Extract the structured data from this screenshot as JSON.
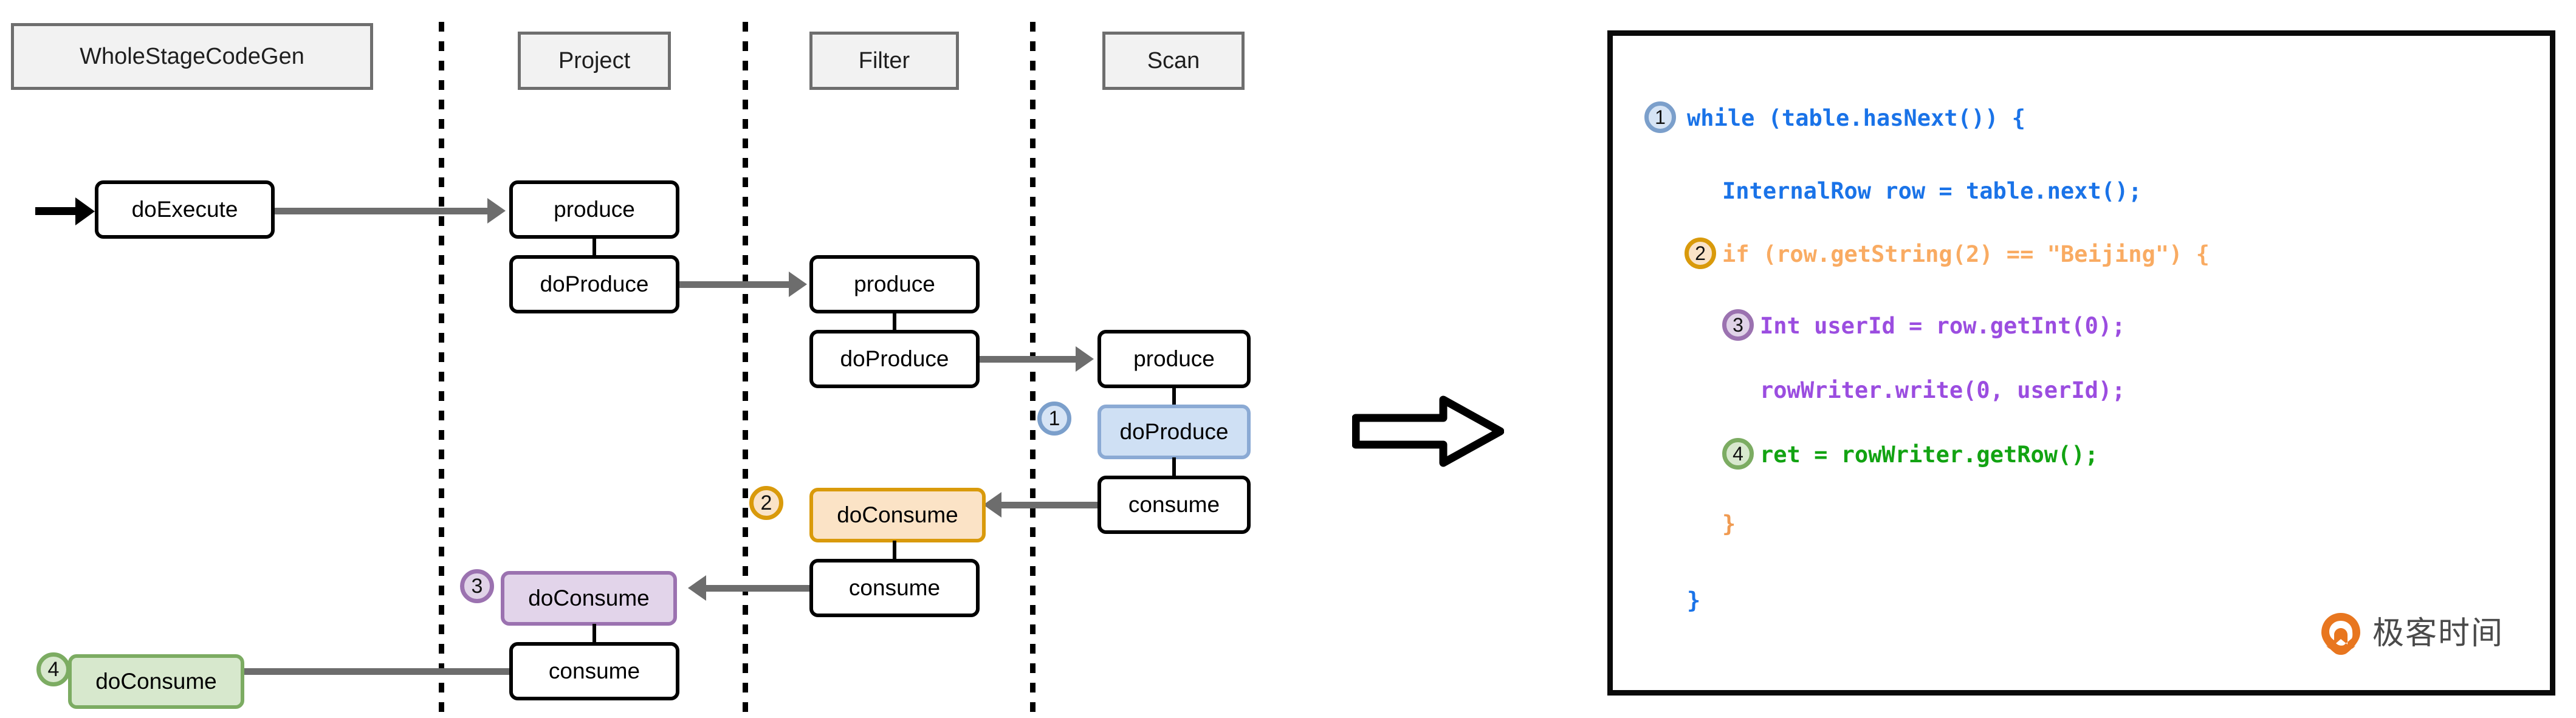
{
  "diagram": {
    "stages": [
      {
        "id": "wholestagecodegen",
        "label": "WholeStageCodeGen"
      },
      {
        "id": "project",
        "label": "Project"
      },
      {
        "id": "filter",
        "label": "Filter"
      },
      {
        "id": "scan",
        "label": "Scan"
      }
    ],
    "nodes": [
      {
        "id": "n-doexecute",
        "label": "doExecute",
        "stage": "wholestagecodegen",
        "color": "default"
      },
      {
        "id": "n-project-produce",
        "label": "produce",
        "stage": "project",
        "color": "default"
      },
      {
        "id": "n-project-doproduce",
        "label": "doProduce",
        "stage": "project",
        "color": "default"
      },
      {
        "id": "n-filter-produce",
        "label": "produce",
        "stage": "filter",
        "color": "default"
      },
      {
        "id": "n-filter-doproduce",
        "label": "doProduce",
        "stage": "filter",
        "color": "default"
      },
      {
        "id": "n-scan-produce",
        "label": "produce",
        "stage": "scan",
        "color": "default"
      },
      {
        "id": "n-scan-doproduce",
        "label": "doProduce",
        "stage": "scan",
        "color": "blue",
        "step": "1"
      },
      {
        "id": "n-scan-consume",
        "label": "consume",
        "stage": "scan",
        "color": "default"
      },
      {
        "id": "n-filter-doconsume",
        "label": "doConsume",
        "stage": "filter",
        "color": "orange",
        "step": "2"
      },
      {
        "id": "n-filter-consume",
        "label": "consume",
        "stage": "filter",
        "color": "default"
      },
      {
        "id": "n-project-doconsume",
        "label": "doConsume",
        "stage": "project",
        "color": "purple",
        "step": "3"
      },
      {
        "id": "n-project-consume",
        "label": "consume",
        "stage": "project",
        "color": "default"
      },
      {
        "id": "n-wsc-doconsume",
        "label": "doConsume",
        "stage": "wholestagecodegen",
        "color": "green",
        "step": "4"
      }
    ],
    "steps": [
      {
        "n": "1",
        "color": "#7B9FCB"
      },
      {
        "n": "2",
        "color": "#D99A0B"
      },
      {
        "n": "3",
        "color": "#9B72B0"
      },
      {
        "n": "4",
        "color": "#7CAC62"
      }
    ]
  },
  "transition": {
    "icon": "right-arrow-icon"
  },
  "code": {
    "lines": [
      {
        "id": "l1",
        "step": "1",
        "text": "while (table.hasNext()) {",
        "color": "blue"
      },
      {
        "id": "l2",
        "step": "",
        "text": "InternalRow row = table.next();",
        "color": "blue"
      },
      {
        "id": "l3",
        "step": "2",
        "text": "if (row.getString(2) == \"Beijing\") {",
        "color": "orange"
      },
      {
        "id": "l4",
        "step": "3",
        "text": "Int userId = row.getInt(0);",
        "color": "purple"
      },
      {
        "id": "l5",
        "step": "",
        "text": "rowWriter.write(0, userId);",
        "color": "purple"
      },
      {
        "id": "l6",
        "step": "4",
        "text": "ret = rowWriter.getRow();",
        "color": "green"
      },
      {
        "id": "l7",
        "step": "",
        "text": "}",
        "color": "orange-brace"
      },
      {
        "id": "l8",
        "step": "",
        "text": "}",
        "color": "blue"
      }
    ]
  },
  "branding": {
    "logo_text": "极客时间",
    "logo_icon": "geektime-logo-icon"
  },
  "watermark": {
    "text": "极客时间"
  },
  "colors": {
    "blue_border": "#8BAAD4",
    "blue_fill": "#CFE0F4",
    "orange_border": "#D99A0B",
    "orange_fill": "#FBE3C6",
    "purple_border": "#9B72B0",
    "purple_fill": "#E2D4EA",
    "green_border": "#7CAC62",
    "green_fill": "#D7E8CD",
    "stage_border": "#6e6e6e",
    "stage_fill": "#f2f2f2",
    "arrow_gray": "#6d6d6d",
    "code_blue": "#1a73e8",
    "code_orange": "#F9AB62",
    "code_purple": "#9B4DE0",
    "code_green": "#12A312",
    "logo_orange": "#E8761F"
  }
}
